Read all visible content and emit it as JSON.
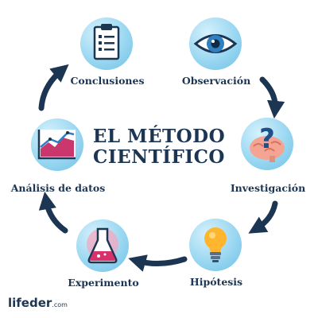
{
  "title": {
    "line1": "EL MÉTODO",
    "line2": "CIENTÍFICO"
  },
  "stages": [
    {
      "label": "Conclusiones",
      "icon": "clipboard-list-icon"
    },
    {
      "label": "Observación",
      "icon": "eye-icon"
    },
    {
      "label": "Investigación",
      "icon": "brain-question-icon"
    },
    {
      "label": "Hipótesis",
      "icon": "lightbulb-icon"
    },
    {
      "label": "Experimento",
      "icon": "flask-icon"
    },
    {
      "label": "Análisis de datos",
      "icon": "chart-icon"
    }
  ],
  "logo": {
    "name": "lifeder",
    "suffix": ".com"
  },
  "colors": {
    "text": "#1b3552",
    "arrow": "#1b3552",
    "circle": "#9ad7f1",
    "brain": "#f3a493",
    "question": "#1f4f86",
    "bulb": "#ffb62e",
    "flask_liquid": "#d8326b",
    "chart_area": "#c9376d"
  }
}
